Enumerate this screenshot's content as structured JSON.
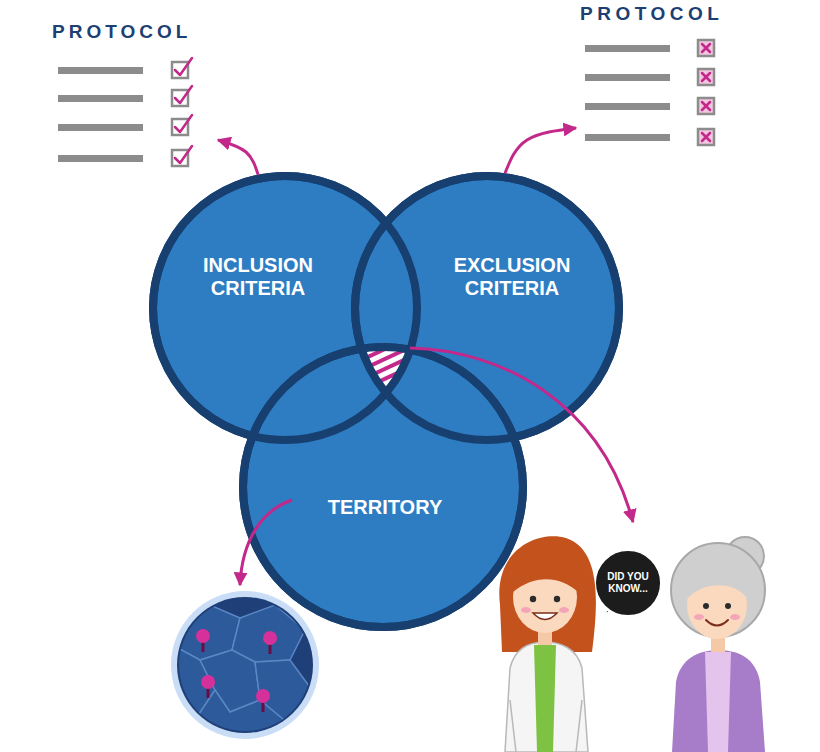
{
  "diagram": {
    "nodes": [
      {
        "text": [
          "PROTOCOL"
        ]
      },
      {
        "text": [
          "PROTOCOL"
        ]
      },
      {
        "text": [
          "INCLUSION CRITERIA"
        ]
      },
      {
        "text": [
          "EXCLUSION CRITERIA"
        ]
      },
      {
        "text": [
          "TERRITORY"
        ]
      },
      {
        "text": [
          "DID YOU KNOW..."
        ]
      }
    ],
    "edges": [
      {
        "from": 2,
        "to": 0,
        "arrow": "to"
      },
      {
        "from": 3,
        "to": 1,
        "arrow": "to"
      }
    ]
  }
}
